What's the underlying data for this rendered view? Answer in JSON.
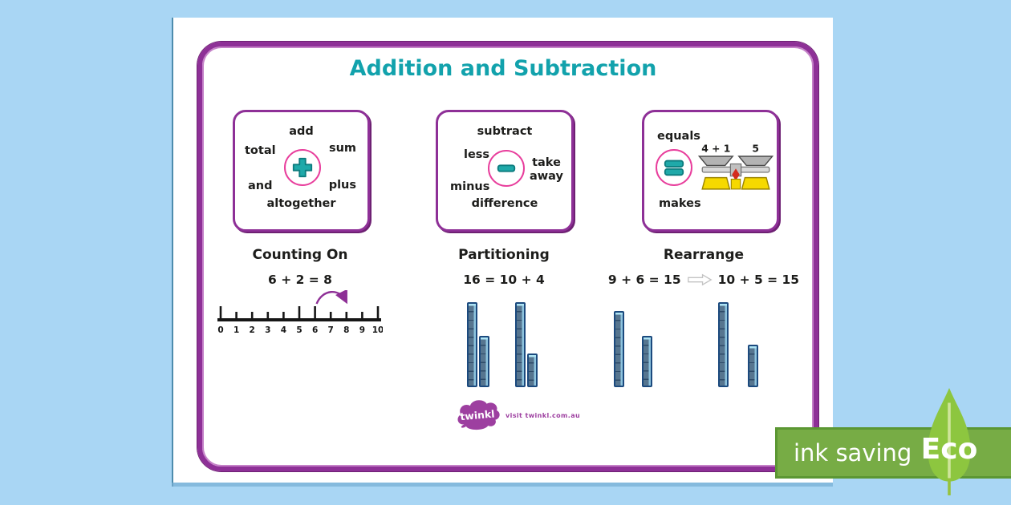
{
  "title": "Addition and Subtraction",
  "word_boxes": {
    "addition": {
      "top": "add",
      "left_upper": "total",
      "right_upper": "sum",
      "left_lower": "and",
      "right_lower": "plus",
      "bottom": "altogether"
    },
    "subtraction": {
      "top": "subtract",
      "left_upper": "less",
      "left_lower": "minus",
      "right": "take away",
      "bottom": "difference"
    },
    "equals": {
      "top": "equals",
      "bottom": "makes",
      "scale_left": "4 + 1",
      "scale_right": "5"
    }
  },
  "strategies": {
    "counting_on": {
      "title": "Counting On",
      "equation": "6 + 2 = 8",
      "number_line": {
        "min": 0,
        "max": 10,
        "jump_from": 6,
        "jump_to": 8
      }
    },
    "partitioning": {
      "title": "Partitioning",
      "equation": "16 = 10 + 4",
      "blocks": [
        [
          10,
          6
        ],
        [
          10,
          4
        ]
      ]
    },
    "rearrange": {
      "title": "Rearrange",
      "equation_before": "9 + 6 = 15",
      "equation_after": "10 + 5 = 15",
      "blocks": [
        [
          9,
          6
        ],
        [
          10,
          5
        ]
      ]
    }
  },
  "footer": {
    "logo_text": "twinkl",
    "visit_text": "visit twinkl.com.au"
  },
  "eco_badge": {
    "label": "ink saving",
    "eco": "Eco"
  },
  "colors": {
    "background": "#a9d6f4",
    "frame_purple": "#8e3097",
    "title_teal": "#12a2ac",
    "circle_pink": "#e83e9c",
    "symbol_teal": "#1fa9a9",
    "block_blue": "#56758f",
    "block_outline": "#1c4a7e",
    "eco_bar_green": "#77ac45",
    "eco_leaf_green": "#8dc63f",
    "twinkl_purple": "#9d3fa0",
    "scale_yellow": "#f6d900",
    "pointer_red": "#d42b1e",
    "jump_arrow_purple": "#8e2f96"
  }
}
